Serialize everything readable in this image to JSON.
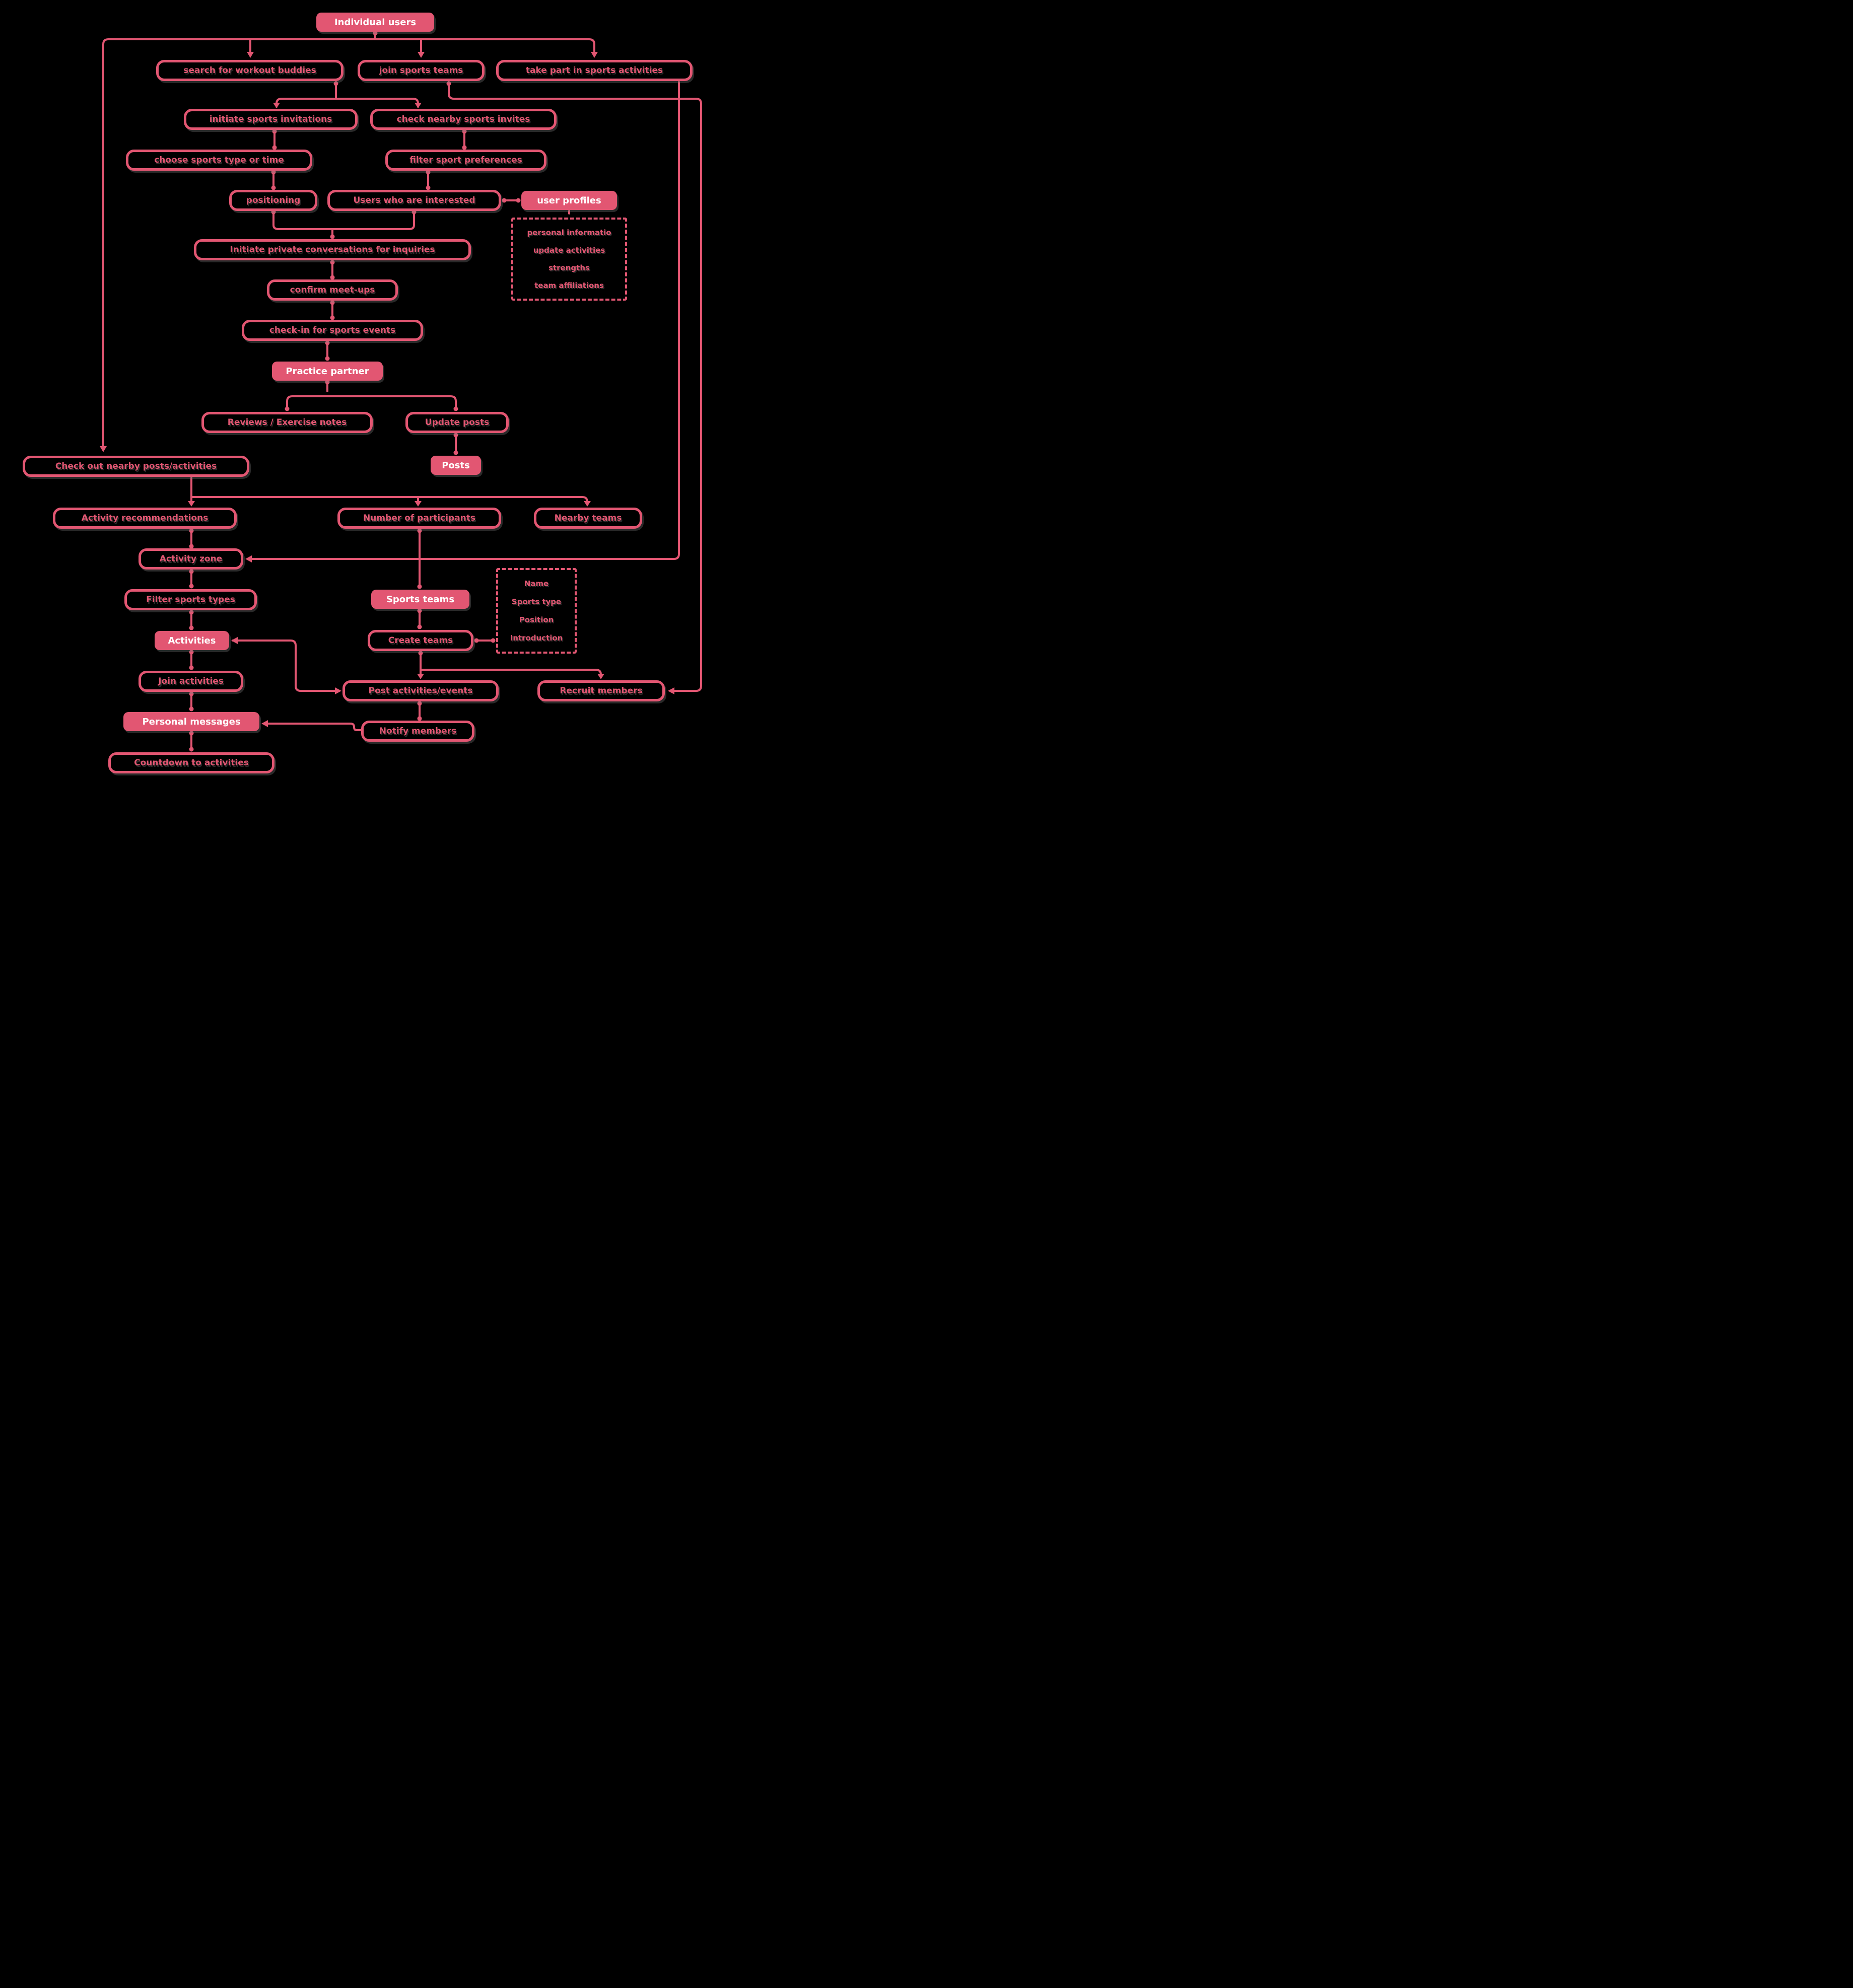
{
  "colors": {
    "background": "#000000",
    "accent": "#e25672",
    "text_on_accent": "#ffffff"
  },
  "nodes": {
    "individual_users": {
      "label": "Individual users"
    },
    "search_workout_buddies": {
      "label": "search for workout buddies"
    },
    "join_sports_teams": {
      "label": "join sports teams"
    },
    "take_part_activities": {
      "label": "take part in sports activities"
    },
    "initiate_sports_invitations": {
      "label": "initiate sports invitations"
    },
    "check_nearby_invites": {
      "label": "check nearby sports invites"
    },
    "choose_type_time": {
      "label": "choose sports type or time"
    },
    "filter_sport_preferences": {
      "label": "filter sport preferences"
    },
    "positioning": {
      "label": "positioning"
    },
    "users_interested": {
      "label": "Users who are interested"
    },
    "user_profiles": {
      "label": "user profiles"
    },
    "initiate_private_conversations": {
      "label": "Initiate private conversations for inquiries"
    },
    "confirm_meetups": {
      "label": "confirm meet-ups"
    },
    "checkin_events": {
      "label": "check-in for sports events"
    },
    "practice_partner": {
      "label": "Practice partner"
    },
    "reviews_notes": {
      "label": "Reviews / Exercise notes"
    },
    "update_posts": {
      "label": "Update posts"
    },
    "posts": {
      "label": "Posts"
    },
    "check_out_nearby": {
      "label": "Check out nearby posts/activities"
    },
    "activity_recommendations": {
      "label": "Activity recommendations"
    },
    "number_participants": {
      "label": "Number of participants"
    },
    "nearby_teams": {
      "label": "Nearby teams"
    },
    "activity_zone": {
      "label": "Activity zone"
    },
    "filter_sports_types": {
      "label": "Filter sports types"
    },
    "sports_teams": {
      "label": "Sports teams"
    },
    "activities": {
      "label": "Activities"
    },
    "create_teams": {
      "label": "Create teams"
    },
    "join_activities": {
      "label": "Join activities"
    },
    "post_activities_events": {
      "label": "Post activities/events"
    },
    "recruit_members": {
      "label": "Recruit members"
    },
    "personal_messages": {
      "label": "Personal messages"
    },
    "notify_members": {
      "label": "Notify members"
    },
    "countdown_activities": {
      "label": "Countdown to activities"
    }
  },
  "profile_details": {
    "items": [
      "personal informatio",
      "update activities",
      "strengths",
      "team affiliations"
    ]
  },
  "team_details": {
    "items": [
      "Name",
      "Sports type",
      "Position",
      "Introduction"
    ]
  }
}
